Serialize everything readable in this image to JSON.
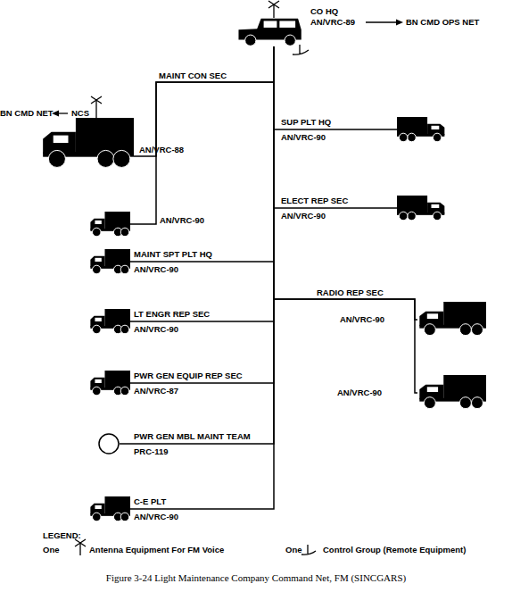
{
  "diagram": {
    "caption": "Figure 3-24 Light Maintenance Company Command Net, FM (SINCGARS)",
    "nodes": [
      {
        "text": [
          "CO HQ",
          "AN/VRC-89"
        ]
      },
      {
        "text": [
          "AN/VRC-88"
        ]
      },
      {
        "text": [
          "SUP PLT HQ",
          "AN/VRC-90"
        ]
      },
      {
        "text": [
          "ELECT REP SEC",
          "AN/VRC-90"
        ]
      },
      {
        "text": [
          "AN/VRC-90"
        ]
      },
      {
        "text": [
          "MAINT SPT PLT HQ",
          "AN/VRC-90"
        ]
      },
      {
        "text": [
          "AN/VRC-90"
        ]
      },
      {
        "text": [
          "LT ENGR REP SEC",
          "AN/VRC-90"
        ]
      },
      {
        "text": [
          "PWR GEN EQUIP REP SEC",
          "AN/VRC-87"
        ]
      },
      {
        "text": [
          "AN/VRC-90"
        ]
      },
      {
        "text": [
          "PWR GEN MBL MAINT TEAM",
          "PRC-119"
        ]
      },
      {
        "text": [
          "C-E PLT",
          "AN/VRC-90"
        ]
      }
    ],
    "edges": [
      {
        "from": 0,
        "to": 1,
        "arrow": "none"
      },
      {
        "from": 0,
        "to": 2,
        "arrow": "none"
      },
      {
        "from": 0,
        "to": 3,
        "arrow": "none"
      },
      {
        "from": 0,
        "to": 4,
        "arrow": "none"
      },
      {
        "from": 0,
        "to": 5,
        "arrow": "none"
      },
      {
        "from": 0,
        "to": 6,
        "arrow": "none"
      },
      {
        "from": 0,
        "to": 7,
        "arrow": "none"
      },
      {
        "from": 0,
        "to": 8,
        "arrow": "none"
      },
      {
        "from": 0,
        "to": 9,
        "arrow": "none"
      },
      {
        "from": 0,
        "to": 10,
        "arrow": "none"
      },
      {
        "from": 0,
        "to": 11,
        "arrow": "none"
      }
    ],
    "labels": [
      "BN CMD OPS NET",
      "BN CMD NET",
      "NCS",
      "MAINT CON SEC",
      "RADIO REP SEC",
      "LEGEND:",
      "One",
      "One"
    ],
    "legend": [
      {
        "text": "Antenna Equipment For FM Voice"
      },
      {
        "text": "Control Group (Remote Equipment)"
      }
    ]
  }
}
